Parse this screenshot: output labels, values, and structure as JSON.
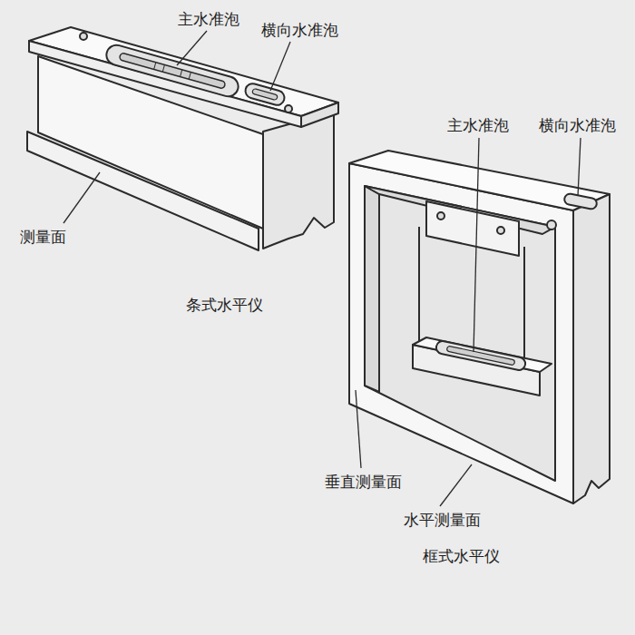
{
  "diagram": {
    "labels": [
      "主水准泡",
      "横向水准泡",
      "测量面",
      "条式水平仪",
      "主水准泡",
      "横向水准泡",
      "垂直测量面",
      "水平测量面",
      "框式水平仪"
    ]
  }
}
